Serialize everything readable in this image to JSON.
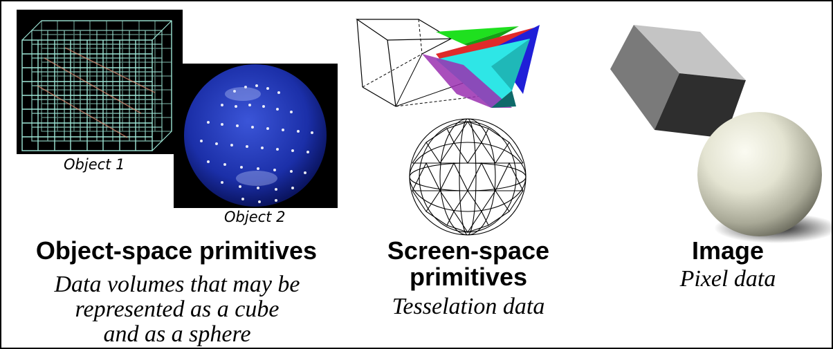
{
  "columns": {
    "object_space": {
      "image1_caption": "Object 1",
      "image2_caption": "Object 2",
      "heading": "Object-space primitives",
      "description_lines": [
        "Data volumes that may be",
        "represented as a cube",
        "and as a sphere"
      ]
    },
    "screen_space": {
      "heading_lines": [
        "Screen-space",
        "primitives"
      ],
      "description": "Tesselation data"
    },
    "image": {
      "heading": "Image",
      "description": "Pixel data"
    }
  },
  "colors": {
    "grid_line": "#9fe8d8",
    "sphere_blue": "#1b2fa8",
    "tri_green": "#1fe01f",
    "tri_red": "#e02a2a",
    "tri_cyan": "#2ee6e6",
    "tri_purple": "#9a2fb0",
    "tri_blue": "#1f1fd8"
  }
}
